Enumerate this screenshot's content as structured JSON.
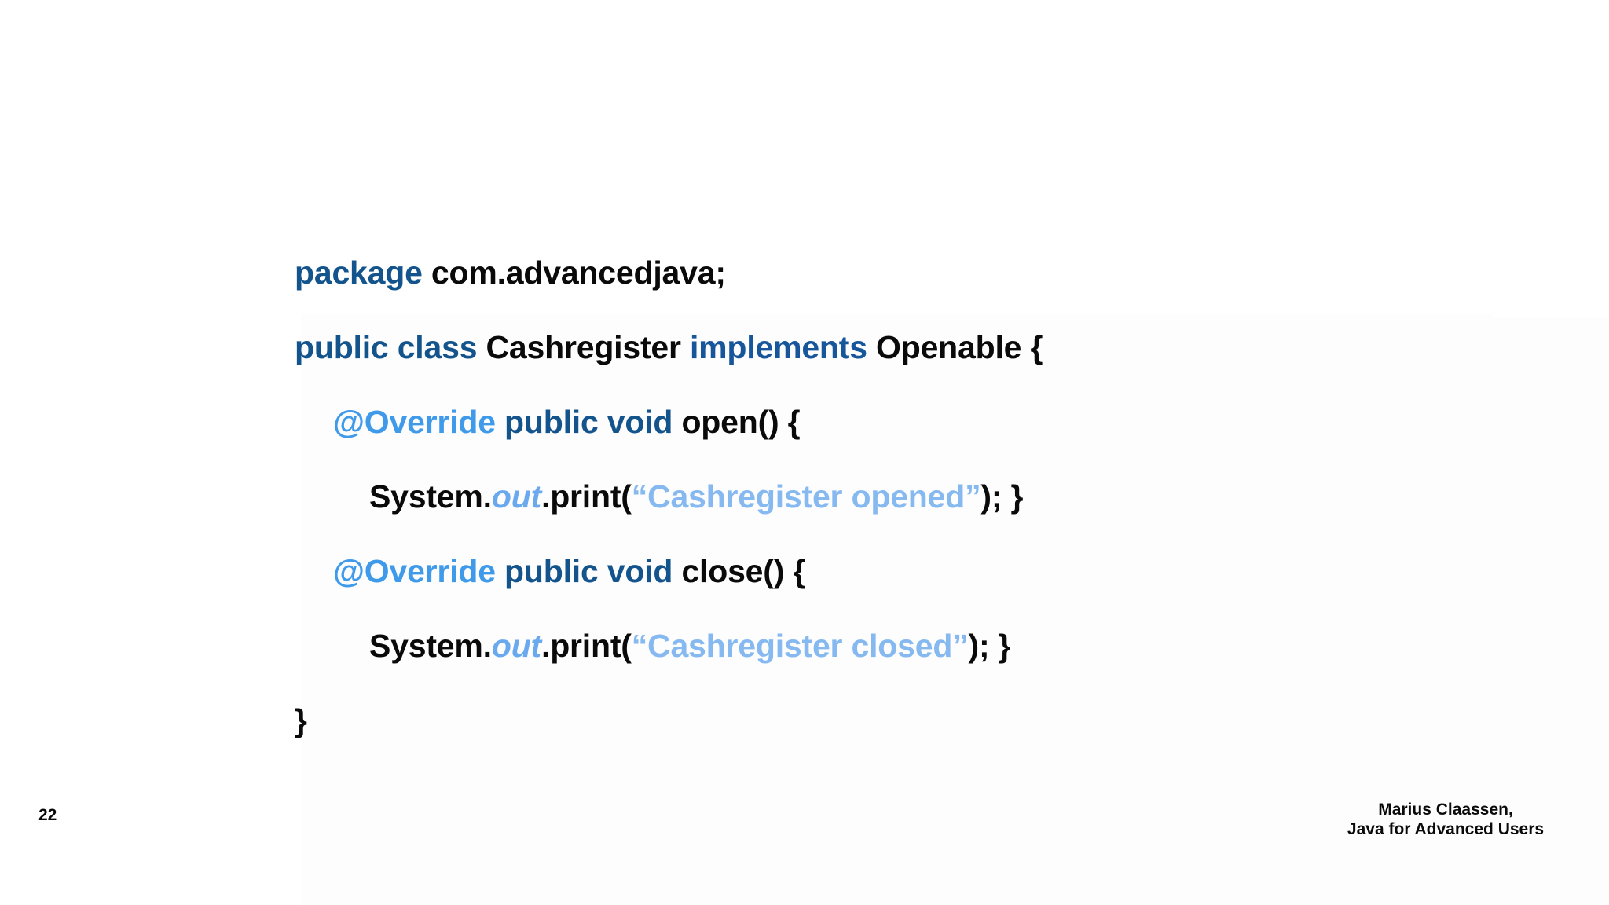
{
  "slide": {
    "page_number": "22",
    "background_color": "#ffffff",
    "panel_color": "#fdfdfe"
  },
  "colors": {
    "keyword_blue": "#14548c",
    "implements_blue": "#17569a",
    "annotation_blue": "#3f9ae9",
    "field_blue": "#6aa9ee",
    "string_blue": "#85b9f0",
    "text_black": "#0a0a0a"
  },
  "code": {
    "line1": {
      "keyword": "package",
      "space1": " ",
      "rest": "com.advancedjava;"
    },
    "line2": {
      "keyword": "public class",
      "space1": " ",
      "classname": "Cashregister",
      "space2": " ",
      "implements": "implements",
      "space3": " ",
      "interface": "Openable {"
    },
    "line3": {
      "annotation": "@Override",
      "space1": " ",
      "modifiers": "public void",
      "space2": " ",
      "signature": "open() {"
    },
    "line4": {
      "object": "System.",
      "field": "out",
      "call": ".print(",
      "string": "“Cashregister opened”",
      "tail": "); }"
    },
    "line5": {
      "annotation": "@Override",
      "space1": " ",
      "modifiers": "public void",
      "space2": " ",
      "signature": "close() {"
    },
    "line6": {
      "object": "System.",
      "field": "out",
      "call": ".print(",
      "string": "“Cashregister closed”",
      "tail": "); }"
    },
    "line7": {
      "brace": "}"
    }
  },
  "footer": {
    "author": "Marius Claassen,",
    "course": "Java for Advanced Users"
  }
}
